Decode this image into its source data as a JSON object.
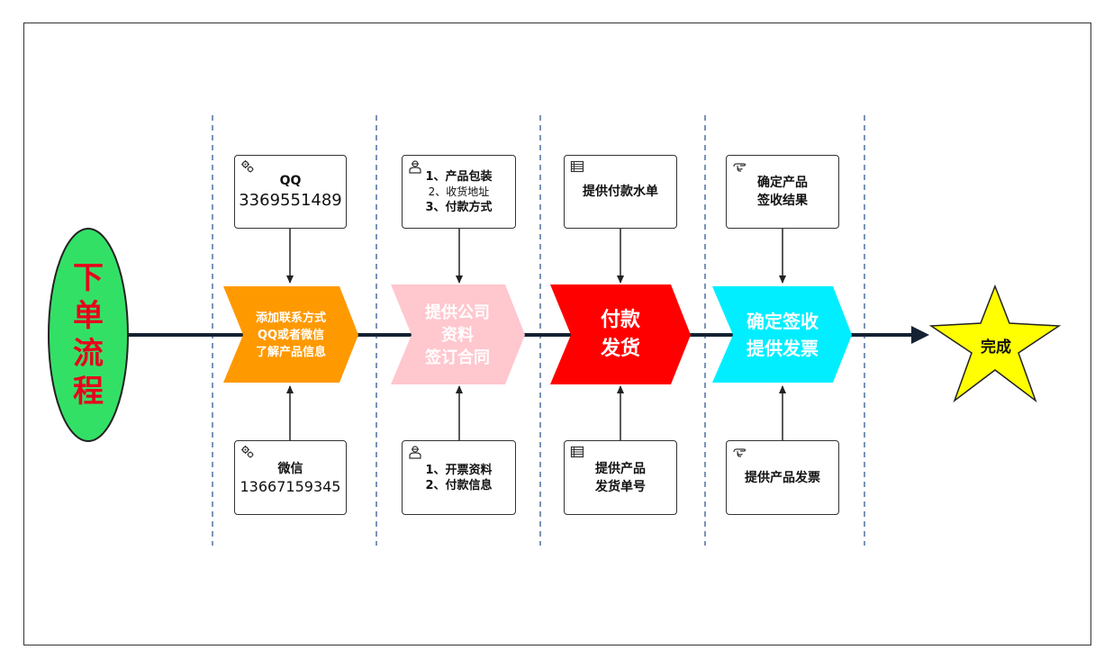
{
  "start": {
    "lines": [
      "下",
      "单",
      "流",
      "程"
    ]
  },
  "end": {
    "label": "完成"
  },
  "stages": [
    {
      "label": [
        "添加联系方式",
        "QQ或者微信",
        "了解产品信息"
      ],
      "top": {
        "icon": "gears-icon",
        "lines": [
          "QQ",
          "3369551489"
        ]
      },
      "bottom": {
        "icon": "gears-icon",
        "lines": [
          "微信",
          "13667159345"
        ]
      }
    },
    {
      "label": [
        "提供公司",
        "资料",
        "签订合同"
      ],
      "top": {
        "icon": "person-icon",
        "lines": [
          "1、产品包装",
          "2、收货地址",
          "3、付款方式"
        ]
      },
      "bottom": {
        "icon": "person-icon",
        "lines": [
          "1、开票资料",
          "2、付款信息"
        ]
      }
    },
    {
      "label": [
        "付款",
        "发货"
      ],
      "top": {
        "icon": "list-icon",
        "lines": [
          "提供付款水单"
        ]
      },
      "bottom": {
        "icon": "list-icon",
        "lines": [
          "提供产品",
          "发货单号"
        ]
      }
    },
    {
      "label": [
        "确定签收",
        "提供发票"
      ],
      "top": {
        "icon": "pointing-hand-icon",
        "lines": [
          "确定产品",
          "签收结果"
        ]
      },
      "bottom": {
        "icon": "pointing-hand-icon",
        "lines": [
          "提供产品发票"
        ]
      }
    }
  ],
  "colors": {
    "start_fill": "#33e066",
    "start_text": "#e8001c",
    "chevron1": "#ff9900",
    "chevron2": "#ffc7ce",
    "chevron3": "#ff0000",
    "chevron4": "#00eeff",
    "star": "#ffff00",
    "flow_line": "#142233",
    "divider": "#7a93b8"
  }
}
